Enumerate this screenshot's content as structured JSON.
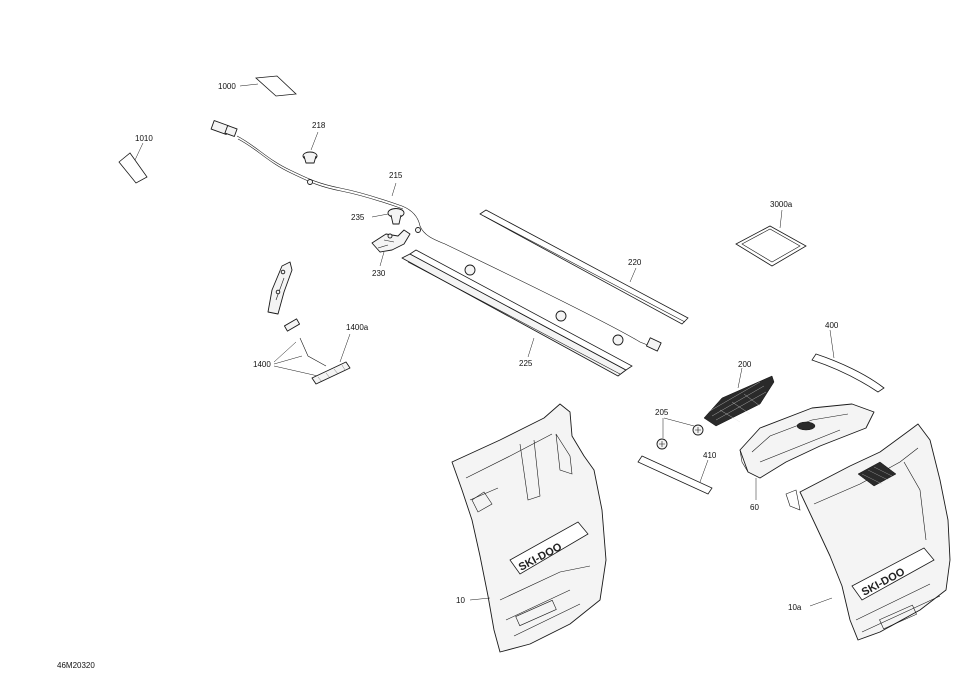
{
  "diagram": {
    "drawing_number": "46M20320",
    "brand_text": "SKI-DOO",
    "callouts": {
      "p1000": "1000",
      "p1010": "1010",
      "p218": "218",
      "p215": "215",
      "p235": "235",
      "p230": "230",
      "p220": "220",
      "p3000a": "3000a",
      "p1400a": "1400a",
      "p1400": "1400",
      "p225": "225",
      "p400": "400",
      "p200": "200",
      "p205": "205",
      "p410": "410",
      "p60": "60",
      "p10": "10",
      "p10a": "10a"
    }
  }
}
